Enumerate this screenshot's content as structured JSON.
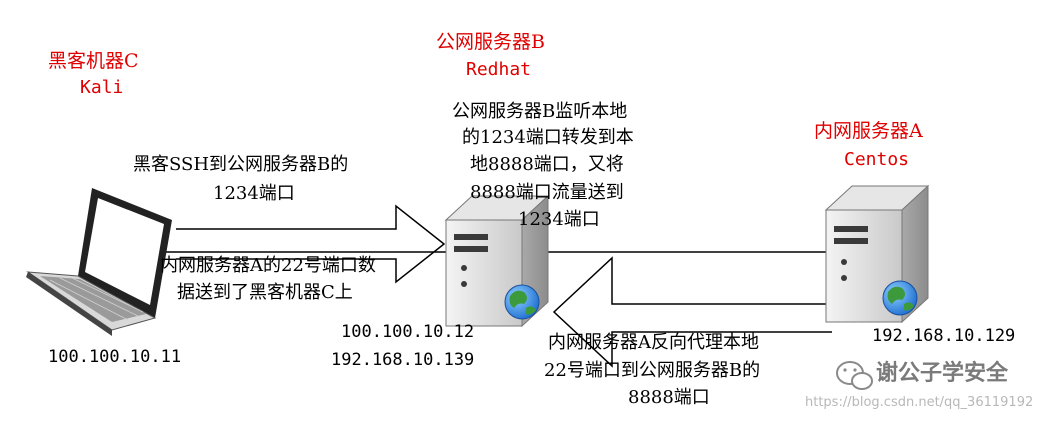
{
  "machines": {
    "hacker": {
      "name": "黑客机器C",
      "os": "Kali",
      "ip": "100.100.10.11"
    },
    "public_server": {
      "name": "公网服务器B",
      "os": "Redhat",
      "ips": [
        "100.100.10.12",
        "192.168.10.139"
      ]
    },
    "internal_server": {
      "name": "内网服务器A",
      "os": "Centos",
      "ip": "192.168.10.129"
    }
  },
  "annotations": {
    "ssh_to_b": [
      "黑客SSH到公网服务器B的",
      "1234端口"
    ],
    "b_forward": [
      "公网服务器B监听本地",
      "的1234端口转发到本",
      "地8888端口，又将",
      "8888端口流量送到",
      "1234端口"
    ],
    "a_to_c": [
      "内网服务器A的22号端口数",
      "据送到了黑客机器C上"
    ],
    "a_reverse": [
      "内网服务器A反向代理本地",
      "22号端口到公网服务器B的",
      "8888端口"
    ]
  },
  "watermark": {
    "brand": "谢公子学安全",
    "url": "https://blog.csdn.net/qq_36119192"
  },
  "colors": {
    "title": "#e00000",
    "text": "#000000",
    "line": "#000000",
    "globe_blue": "#1f6fd1",
    "globe_green": "#3c9a3c"
  },
  "icons": {
    "laptop": "laptop-icon",
    "server": "server-tower-icon",
    "globe": "globe-icon",
    "wechat": "wechat-icon"
  }
}
